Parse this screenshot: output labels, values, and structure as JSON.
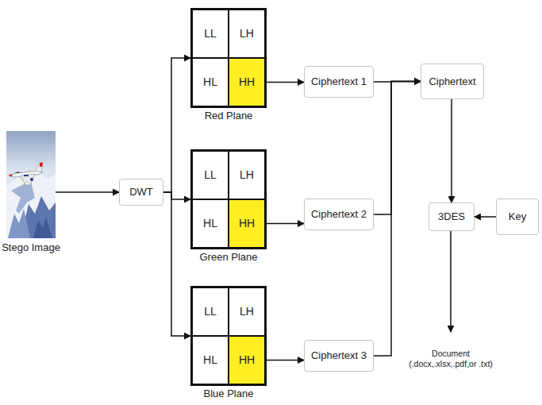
{
  "diagram": {
    "nodes": [
      {
        "text": [
          "Stego Image"
        ]
      },
      {
        "text": [
          "DWT"
        ]
      },
      {
        "text": [
          "Red Plane"
        ]
      },
      {
        "text": [
          "LL"
        ],
        "in": 2
      },
      {
        "text": [
          "LH"
        ],
        "in": 2
      },
      {
        "text": [
          "HL"
        ],
        "in": 2
      },
      {
        "text": [
          "HH"
        ],
        "in": 2
      },
      {
        "text": [
          "Green Plane"
        ]
      },
      {
        "text": [
          "LL"
        ],
        "in": 7
      },
      {
        "text": [
          "LH"
        ],
        "in": 7
      },
      {
        "text": [
          "HL"
        ],
        "in": 7
      },
      {
        "text": [
          "HH"
        ],
        "in": 7
      },
      {
        "text": [
          "Blue Plane"
        ]
      },
      {
        "text": [
          "LL"
        ],
        "in": 12
      },
      {
        "text": [
          "LH"
        ],
        "in": 12
      },
      {
        "text": [
          "HL"
        ],
        "in": 12
      },
      {
        "text": [
          "HH"
        ],
        "in": 12
      },
      {
        "text": [
          "Ciphertext 1"
        ]
      },
      {
        "text": [
          "Ciphertext 2"
        ]
      },
      {
        "text": [
          "Ciphertext 3"
        ]
      },
      {
        "text": [
          "Ciphertext"
        ]
      },
      {
        "text": [
          "Key"
        ]
      },
      {
        "text": [
          "3DES"
        ]
      },
      {
        "text": [
          "Document",
          "(.docx,.xlsx,.pdf,or .txt)"
        ]
      }
    ],
    "edges": [
      {
        "from": 0,
        "to": 1,
        "arrow": "to"
      },
      {
        "from": 1,
        "to": 2,
        "arrow": "to"
      },
      {
        "from": 1,
        "to": 7,
        "arrow": "to"
      },
      {
        "from": 1,
        "to": 12,
        "arrow": "to"
      },
      {
        "from": 6,
        "to": 17,
        "arrow": "to"
      },
      {
        "from": 11,
        "to": 18,
        "arrow": "to"
      },
      {
        "from": 16,
        "to": 19,
        "arrow": "to"
      },
      {
        "from": 17,
        "to": 20,
        "arrow": "to"
      },
      {
        "from": 18,
        "to": 20,
        "arrow": "to"
      },
      {
        "from": 19,
        "to": 20,
        "arrow": "to"
      },
      {
        "from": 20,
        "to": 22,
        "arrow": "to"
      },
      {
        "from": 21,
        "to": 22,
        "arrow": "to"
      },
      {
        "from": 22,
        "to": 23,
        "arrow": "to"
      }
    ]
  }
}
